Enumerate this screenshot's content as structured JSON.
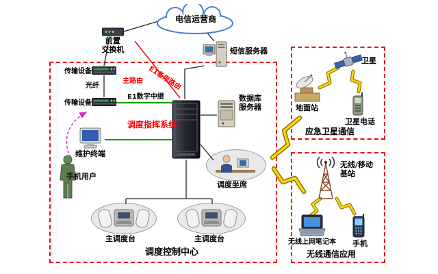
{
  "diagram": {
    "cloud": "电信运营商",
    "front_switch": {
      "line1": "前置",
      "line2": "交换机"
    },
    "transmission_top": "传输设备",
    "fiber": "光纤",
    "transmission_bottom": "传输设备",
    "main_route": "主路由",
    "e1_backup_route": "E1备用路由",
    "e1_digital_trunk": "E1数字中继",
    "dispatch_command_system": "调度指挥系统",
    "sms_server": "短信服务器",
    "db_server": {
      "line1": "数据库",
      "line2": "服务器"
    },
    "maintenance_terminal": "维护终端",
    "mobile_user": "手机用户",
    "dispatch_seat": "调度坐席",
    "main_console_left": "主调度台",
    "main_console_right": "主调度台",
    "control_center_title": "调度控制中心",
    "satellite": "卫星",
    "ground_station": "地面站",
    "satellite_phone": "卫星电话",
    "satellite_zone_title": "应急卫星通信",
    "base_station": {
      "line1": "无线/移动",
      "line2": "基站"
    },
    "wireless_laptop": "无线上网笔记本",
    "mobile_phone": "手机",
    "wireless_zone_title": "无线通信应用"
  },
  "colors": {
    "zone_border": "#ee0000",
    "red_label": "#ff0000",
    "green_link": "#00a000",
    "user_link": "#cc33cc",
    "lightning": "#ffd800"
  }
}
